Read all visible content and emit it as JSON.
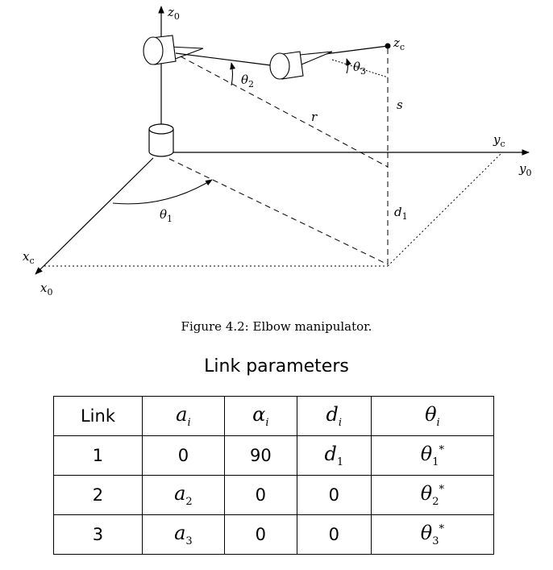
{
  "figure": {
    "labels": {
      "z0": {
        "base": "z",
        "sub": "0"
      },
      "zc": {
        "base": "z",
        "sub": "c"
      },
      "yc": {
        "base": "y",
        "sub": "c"
      },
      "y0": {
        "base": "y",
        "sub": "0"
      },
      "xc": {
        "base": "x",
        "sub": "c"
      },
      "x0": {
        "base": "x",
        "sub": "0"
      },
      "theta1": {
        "base": "θ",
        "sub": "1"
      },
      "theta2": {
        "base": "θ",
        "sub": "2"
      },
      "theta3": {
        "base": "θ",
        "sub": "3"
      },
      "d1": {
        "base": "d",
        "sub": "1"
      },
      "r": "r",
      "s": "s"
    },
    "caption": "Figure 4.2: Elbow manipulator."
  },
  "table": {
    "title": "Link parameters",
    "header": {
      "link": "Link",
      "a": {
        "base": "a",
        "sub": "i"
      },
      "alpha": {
        "base": "α",
        "sub": "i"
      },
      "d": {
        "base": "d",
        "sub": "i"
      },
      "theta": {
        "base": "θ",
        "sub": "i"
      }
    },
    "rows": [
      {
        "link": "1",
        "a": "0",
        "alpha": "90",
        "d": {
          "base": "d",
          "sub": "1"
        },
        "theta": {
          "base": "θ",
          "sub": "1",
          "sup": "*"
        }
      },
      {
        "link": "2",
        "a": {
          "base": "a",
          "sub": "2"
        },
        "alpha": "0",
        "d": "0",
        "theta": {
          "base": "θ",
          "sub": "2",
          "sup": "*"
        }
      },
      {
        "link": "3",
        "a": {
          "base": "a",
          "sub": "3"
        },
        "alpha": "0",
        "d": "0",
        "theta": {
          "base": "θ",
          "sub": "3",
          "sup": "*"
        }
      }
    ]
  }
}
